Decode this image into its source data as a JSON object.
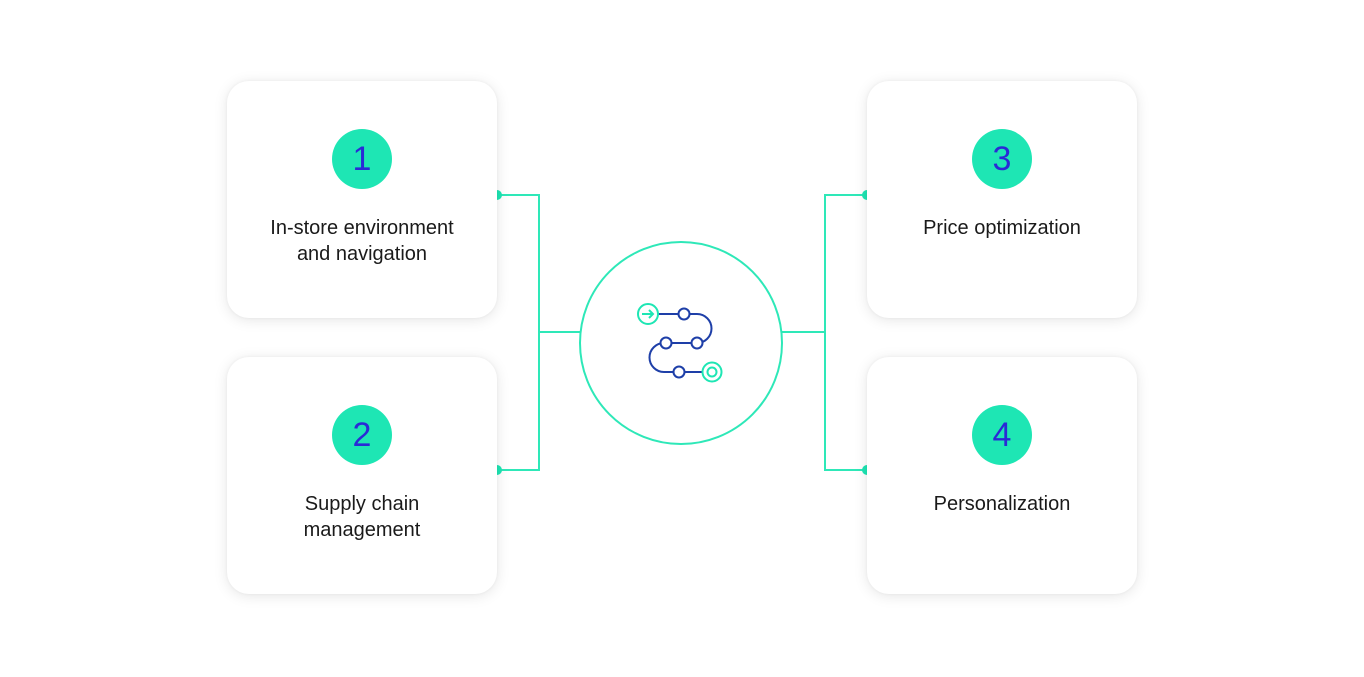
{
  "colors": {
    "accent": "#1ee6b4",
    "accent_line": "#2ee8b8",
    "number": "#2a2ad6",
    "icon_blue": "#1e3fa8",
    "text": "#1a1a1a",
    "card_bg": "#ffffff"
  },
  "center": {
    "icon": "route-path-icon"
  },
  "cards": [
    {
      "number": "1",
      "label": "In-store environment\nand navigation"
    },
    {
      "number": "2",
      "label": "Supply chain\nmanagement"
    },
    {
      "number": "3",
      "label": "Price optimization"
    },
    {
      "number": "4",
      "label": "Personalization"
    }
  ]
}
